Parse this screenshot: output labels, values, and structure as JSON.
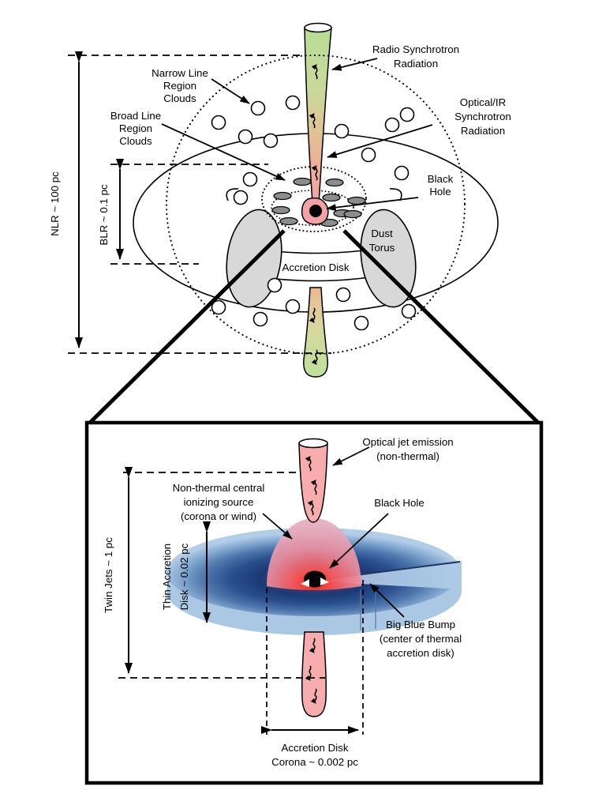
{
  "top_panel": {
    "scale_nlr": "NLR ~ 100 pc",
    "scale_blr": "BLR ~ 0.1 pc",
    "labels": {
      "narrow_line_region_clouds": [
        "Narrow Line",
        "Region",
        "Clouds"
      ],
      "broad_line_region_clouds": [
        "Broad Line",
        "Region",
        "Clouds"
      ],
      "radio_synchrotron": [
        "Radio Synchrotron",
        "Radiation"
      ],
      "optical_ir_synchrotron": [
        "Optical/IR",
        "Synchrotron",
        "Radiation"
      ],
      "black_hole": [
        "Black",
        "Hole"
      ],
      "dust_torus": [
        "Dust",
        "Torus"
      ],
      "accretion_disk": "Accretion Disk"
    }
  },
  "inset_panel": {
    "labels": {
      "optical_jet_emission": [
        "Optical jet emission",
        "(non-thermal)"
      ],
      "nonthermal_ionizing_source": [
        "Non-thermal central",
        "ionizing source",
        "(corona or wind)"
      ],
      "black_hole": "Black Hole",
      "big_blue_bump": [
        "Big Blue Bump",
        "(center of thermal",
        "accretion disk)"
      ],
      "scale_twin_jets": "Twin Jets ~ 1 pc",
      "scale_thin_disk": [
        "Thin Accretion",
        "Disk ~ 0.02 pc"
      ],
      "scale_corona": [
        "Accretion Disk",
        "Corona ~ 0.002 pc"
      ]
    }
  },
  "colors": {
    "jet_green": "#b9dd95",
    "jet_pink": "#f3a3a3",
    "inset_jet_pink": "#f7acae",
    "central_blob_pink": "#f3a0a6",
    "torus_gray": "#d8d8d8",
    "blr_cloud_gray": "#8c8c8c",
    "disk_light_blue": "#aac7e3",
    "disk_dark_blue": "#1d3f79",
    "hot_center_red": "#ff1f0e",
    "corona_pink": "#eb8fa0",
    "line_black": "#000000"
  }
}
